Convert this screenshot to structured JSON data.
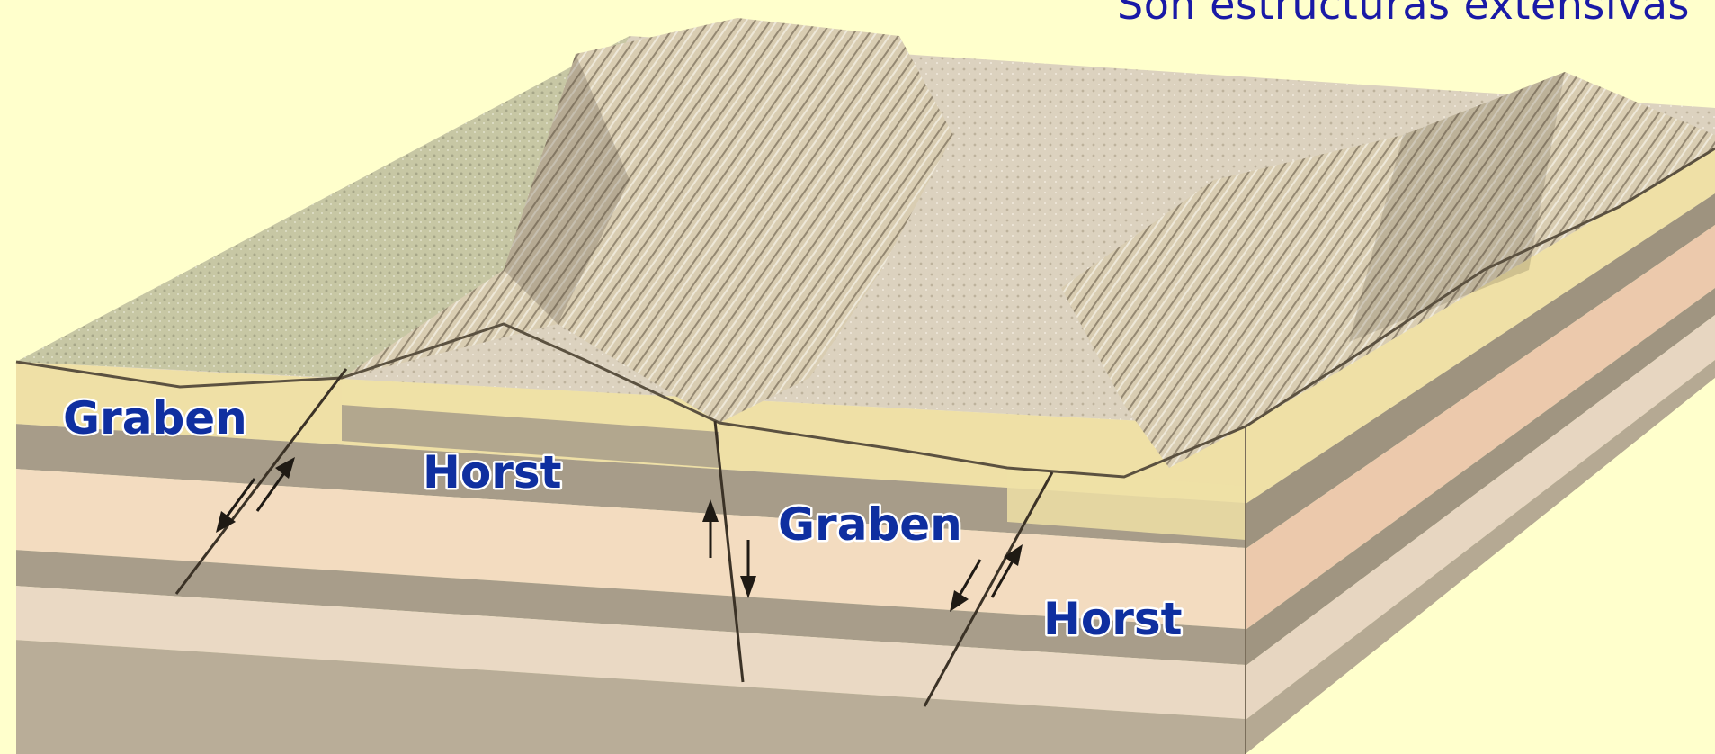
{
  "title": "Son estructuras extensivas",
  "labels": {
    "graben_left": "Graben",
    "horst_left": "Horst",
    "graben_center": "Graben",
    "horst_right": "Horst"
  },
  "colors": {
    "background": "#ffffcc",
    "title": "#1a1aa6",
    "label_fill": "#0f2fa0",
    "label_outline": "#ffffff",
    "strata_light": "#f3dcc0",
    "strata_yellow": "#efe0a6",
    "strata_gray": "#a79c89",
    "strata_tan": "#c9b8a0",
    "terrain": "#d8ccb0"
  }
}
